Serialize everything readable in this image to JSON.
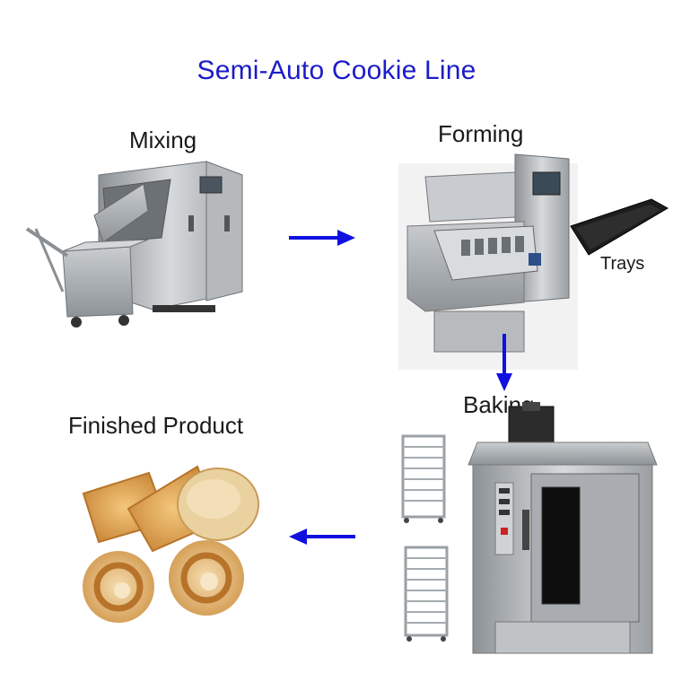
{
  "diagram": {
    "title": "Semi-Auto Cookie Line",
    "stages": {
      "mixing": "Mixing",
      "forming": "Forming",
      "trays": "Trays",
      "baking": "Baking",
      "finished": "Finished Product"
    },
    "arrow_color": "#1010e0",
    "title_color": "#1c1cc8"
  }
}
